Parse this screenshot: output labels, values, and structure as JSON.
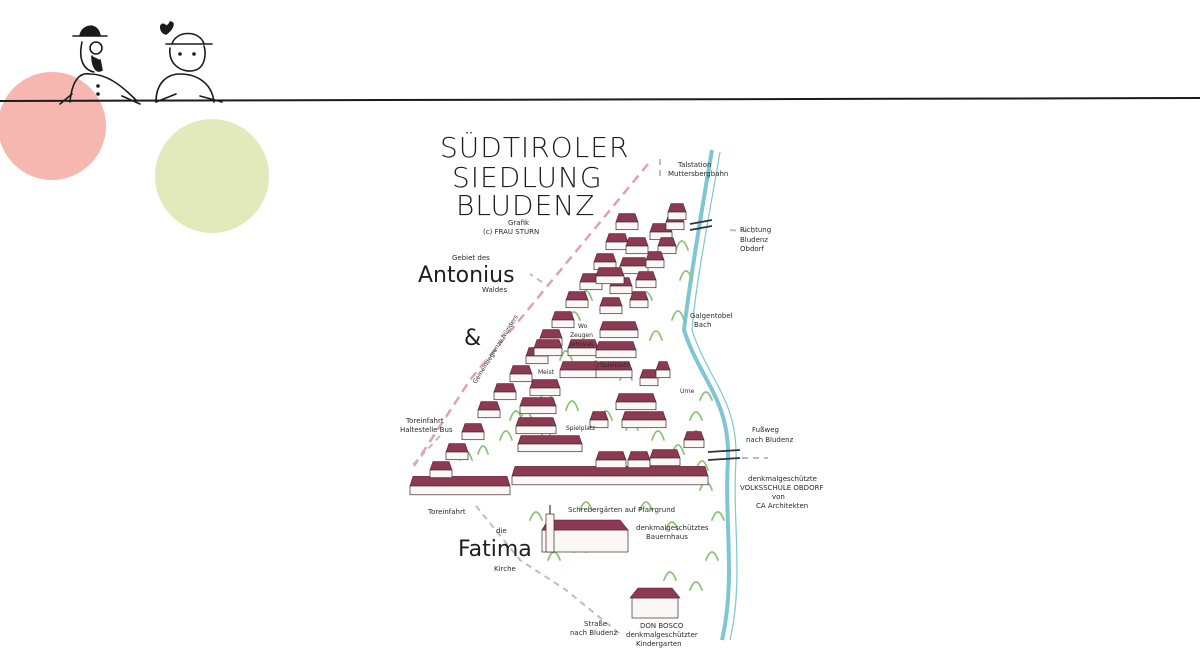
{
  "title": {
    "line1": "SÜDTIROLER",
    "line2": "SIEDLUNG",
    "line3": "BLUDENZ",
    "credit1": "Grafik",
    "credit2": "(c) FRAU STURN"
  },
  "colors": {
    "red_circle": "#f3aaa2",
    "green_circle": "#dfe8b4",
    "roof": "#8b3a52",
    "river": "#7ec6d3",
    "trees": "#8cc479",
    "boundary": "#e1a3a8"
  },
  "icons": [
    "man-with-hat-illustration",
    "person-with-feather-hat-illustration"
  ],
  "labels": {
    "antonius_pre": "Gebiet des",
    "antonius": "Antonius",
    "antonius_post": "Waldes",
    "ampersand": "&",
    "gemeindegrenze": "Gemeindegrenze Nüziders",
    "talstation1": "Talstation",
    "talstation2": "Muttersbergbahn",
    "richtung1": "Richtung",
    "richtung2": "Bludenz",
    "richtung3": "Obdorf",
    "galgentobel1": "Galgentobel",
    "galgentobel2": "Bach",
    "zeugen1": "Wo",
    "zeugen2": "Zeugen",
    "zeugen3": "Jehovas",
    "meist": "Meist",
    "spielplatz2": "Spielplatz",
    "spielplatz": "Spielplatz",
    "urne": "Urne",
    "torein1": "Toreinfahrt",
    "torein2": "Haltestelle Bus",
    "fussweg1": "Fußweg",
    "fussweg2": "nach Bludenz",
    "volks1": "denkmalgeschützte",
    "volks2": "VOLKSSCHULE OBDORF",
    "volks3": "von",
    "volks4": "CA Architekten",
    "toreinfahrt": "Toreinfahrt",
    "schreber": "Schrebergärten auf Pfarrgrund",
    "pfarr1": "denkmalgeschütztes",
    "pfarr2": "Bauernhaus",
    "fatima_pre": "die",
    "fatima": "Fatima",
    "fatima_post": "Kirche",
    "strasse1": "Straße",
    "strasse2": "nach Bludenz",
    "don1": "DON BOSCO",
    "don2": "denkmalgeschützter",
    "don3": "Kindergarten"
  }
}
